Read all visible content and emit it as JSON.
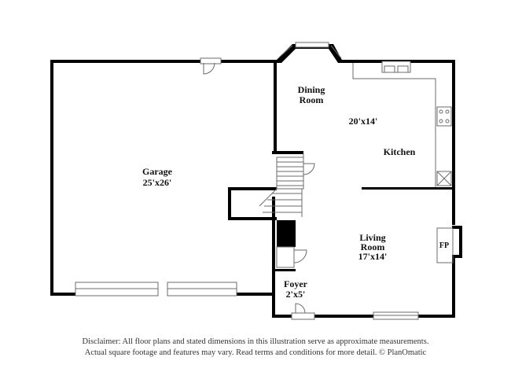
{
  "rooms": {
    "garage": {
      "name": "Garage",
      "dims": "25'x26'"
    },
    "dining": {
      "name_line1": "Dining",
      "name_line2": "Room"
    },
    "kitchen": {
      "dims": "20'x14'",
      "name": "Kitchen"
    },
    "living": {
      "name_line1": "Living",
      "name_line2": "Room",
      "dims": "17'x14'"
    },
    "foyer": {
      "name": "Foyer",
      "dims": "2'x5'"
    },
    "fireplace": {
      "label": "FP"
    }
  },
  "disclaimer": {
    "line1": "Disclaimer: All floor plans and stated dimensions in this illustration serve as approximate measurements.",
    "line2": "Actual square footage and features may vary. Read terms and conditions for more detail. © PlanOmatic"
  },
  "colors": {
    "wall": "#000000",
    "fixture": "#6b6b6b",
    "background": "#ffffff"
  }
}
